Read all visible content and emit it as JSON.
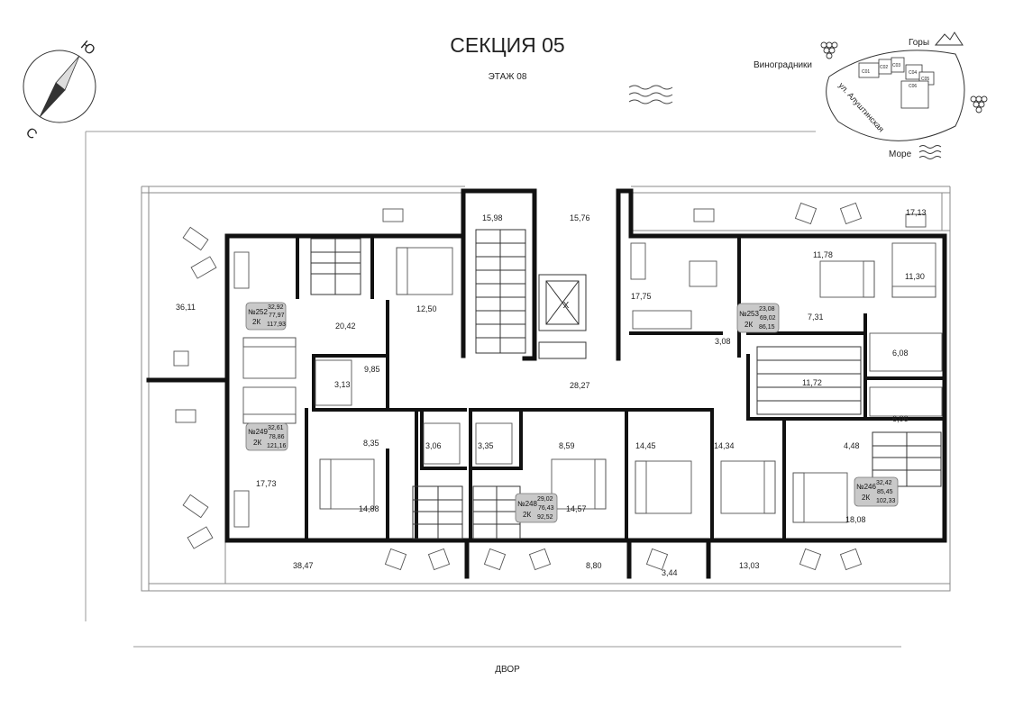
{
  "header": {
    "title": "СЕКЦИЯ 05",
    "floor": "ЭТАЖ 08"
  },
  "compass": {
    "north_label": "Ю",
    "south_label": "С",
    "icon": "compass-icon"
  },
  "locator": {
    "mountains": "Горы",
    "vineyards": "Виноградники",
    "sea": "Море",
    "street": "ул. Алуштинская",
    "sections": [
      "С01",
      "С02",
      "С03",
      "С04",
      "С05",
      "С06"
    ]
  },
  "footer": {
    "yard": "ДВОР"
  },
  "apartments": {
    "a252": {
      "number": "№252",
      "type": "2К",
      "areas": [
        "32,92",
        "77,97",
        "117,93"
      ]
    },
    "a249": {
      "number": "№249",
      "type": "2К",
      "areas": [
        "32,61",
        "78,86",
        "121,16"
      ]
    },
    "a248": {
      "number": "№248",
      "type": "2К",
      "areas": [
        "29,02",
        "76,43",
        "92,52"
      ]
    },
    "a253": {
      "number": "№253",
      "type": "2К",
      "areas": [
        "23,08",
        "69,02",
        "86,15"
      ]
    },
    "a246": {
      "number": "№246",
      "type": "2К",
      "areas": [
        "32,42",
        "85,45",
        "102,33"
      ]
    }
  },
  "rooms": {
    "r3611": "36,11",
    "r2042": "20,42",
    "r1250": "12,50",
    "r1598": "15,98",
    "r1576": "15,76",
    "r1775": "17,75",
    "r1178": "11,78",
    "r1130": "11,30",
    "r1713": "17,13",
    "r731": "7,31",
    "r308": "3,08",
    "r608": "6,08",
    "r985": "9,85",
    "r313": "3,13",
    "r2827": "28,27",
    "r1172": "11,72",
    "r606": "6,06",
    "r835": "8,35",
    "r306": "3,06",
    "r335": "3,35",
    "r859": "8,59",
    "r1445": "14,45",
    "r1434": "14,34",
    "r448": "4,48",
    "r1773": "17,73",
    "r1488": "14,88",
    "r1457": "14,57",
    "r1808": "18,08",
    "r3847": "38,47",
    "r880": "8,80",
    "r344": "3,44",
    "r1303": "13,03"
  },
  "elevator_mark": "X"
}
